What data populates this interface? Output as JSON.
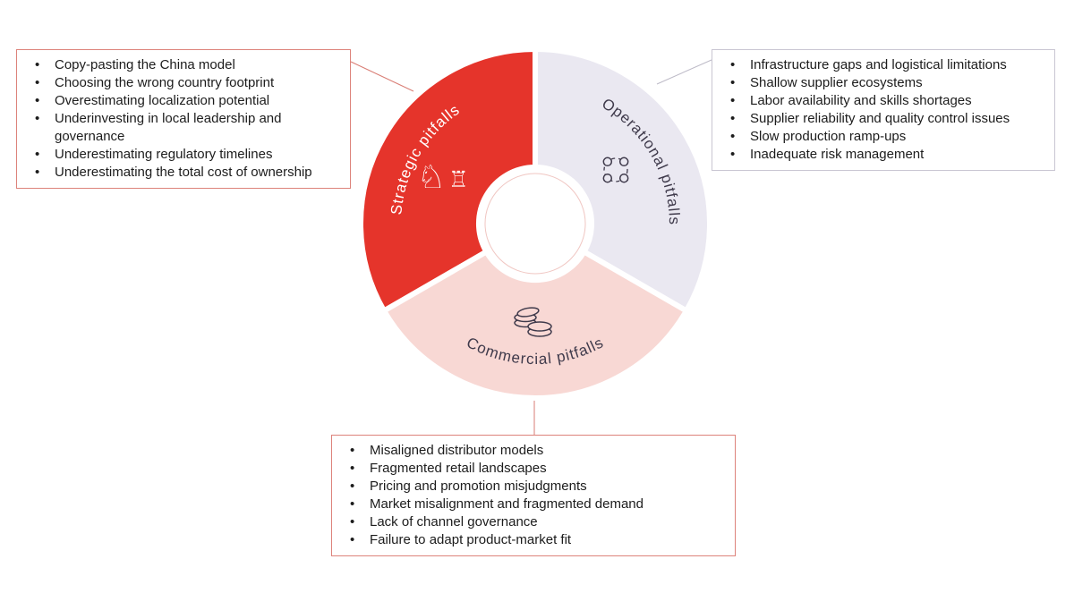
{
  "colors": {
    "red": "#e5342b",
    "lavender": "#eae8f1",
    "pink": "#f8d8d4",
    "dark_label": "#3f3a4b",
    "white": "#ffffff",
    "body_text": "#1c1c1c",
    "connector_red": "#d97d74",
    "connector_gray": "#bdbac7",
    "box_border_red": "#dd837b",
    "box_border_gray": "#c9c6d2",
    "inner_ring": "#f0c6c2"
  },
  "donut": {
    "segments": [
      {
        "id": "strategic",
        "label": "Strategic pitfalls",
        "color": "#e5342b",
        "label_color": "#ffffff",
        "start": 240,
        "end": 360,
        "label_arc": [
          246,
          354,
          1,
          150
        ],
        "icon": "chess-pieces-icon"
      },
      {
        "id": "operational",
        "label": "Operational pitfalls",
        "color": "#eae8f1",
        "label_color": "#3f3a4b",
        "start": 0,
        "end": 120,
        "label_arc": [
          6,
          114,
          1,
          150
        ],
        "icon": "process-cycle-icon"
      },
      {
        "id": "commercial",
        "label": "Commercial pitfalls",
        "color": "#f8d8d4",
        "label_color": "#3f3a4b",
        "start": 120,
        "end": 240,
        "label_arc": [
          235,
          125,
          0,
          157
        ],
        "icon": "coin-stack-icon"
      }
    ]
  },
  "callouts": {
    "strategic": {
      "items": [
        "Copy-pasting the China model",
        "Choosing the wrong country footprint",
        "Overestimating localization potential",
        "Underinvesting in local leadership and governance",
        "Underestimating regulatory timelines",
        "Underestimating the total cost of ownership"
      ]
    },
    "operational": {
      "items": [
        "Infrastructure gaps and logistical limitations",
        "Shallow supplier ecosystems",
        "Labor availability and skills shortages",
        "Supplier reliability and quality control issues",
        "Slow production ramp-ups",
        "Inadequate risk management"
      ]
    },
    "commercial": {
      "items": [
        "Misaligned distributor models",
        "Fragmented retail landscapes",
        "Pricing and promotion misjudgments",
        "Market misalignment and fragmented demand",
        "Lack of channel governance",
        "Failure to adapt product-market fit"
      ]
    }
  }
}
